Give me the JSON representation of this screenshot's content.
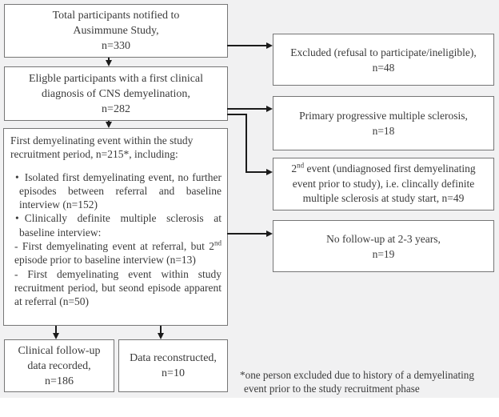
{
  "colors": {
    "canvas_bg": "#f1f1f2",
    "box_bg": "#ffffff",
    "box_border": "#767676",
    "text": "#3a3a3a",
    "arrow": "#1b1b1b"
  },
  "boxes": {
    "total": {
      "lines": [
        "Total participants notified to",
        "Ausimmune Study,",
        "n=330"
      ]
    },
    "eligible": {
      "lines": [
        "Eligble participants with a first clinical",
        "diagnosis of CNS demyelination,",
        "n=282"
      ]
    },
    "first_event": {
      "header": [
        "First demyelinating event within the study",
        "recruitment period, n=215*, including:"
      ],
      "bullet_glyph": "•",
      "bullet1": "Isolated first demyelinating event, no further episodes between referral and baseline interview (n=152)",
      "bullet2": "Clinically definite multiple sclerosis at baseline interview:",
      "sub1_before": "- First demyelinating event at referral, but 2",
      "sub1_sup": "nd",
      "sub1_after": " episode prior to baseline interview (n=13)",
      "sub2": " - First demyelinating event within study recruitment period, but seond episode apparent at referral (n=50)"
    },
    "clinical_followup": {
      "lines": [
        "Clinical follow-up",
        "data recorded,",
        "n=186"
      ]
    },
    "data_reconstructed": {
      "lines": [
        "Data reconstructed,",
        "n=10"
      ]
    },
    "excluded": {
      "lines": [
        "Excluded (refusal to participate/ineligible),",
        "n=48"
      ]
    },
    "ppms": {
      "lines": [
        "Primary progressive multiple sclerosis,",
        "n=18"
      ]
    },
    "second_event": {
      "line1_base": "2",
      "line1_sup": "nd",
      "line1_rest": " event (undiagnosed first demyelinating",
      "line2": "event prior to study), i.e. clincally definite",
      "line3": "multiple sclerosis at study start, n=49"
    },
    "no_followup": {
      "lines": [
        "No follow-up at 2-3 years,",
        "n=19"
      ]
    }
  },
  "footnote": {
    "line1": "*one person excluded due to history of a demyelinating",
    "line2": "event prior to the study recruitment phase"
  }
}
